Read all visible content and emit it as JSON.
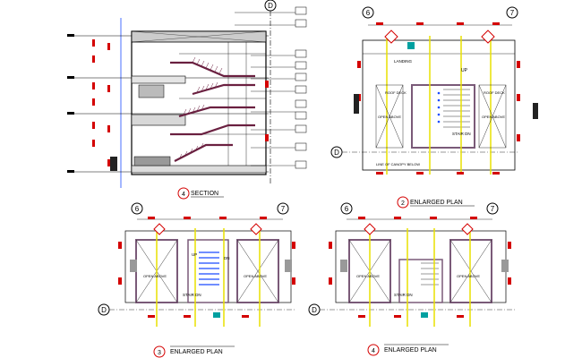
{
  "drawings": {
    "section": {
      "number": "4",
      "title": "SECTION",
      "grid_axis": "D"
    },
    "plan_top": {
      "number": "2",
      "title": "ENLARGED PLAN",
      "axis_left": "6",
      "axis_right": "7",
      "axis_row": "D",
      "labels": {
        "landing": "LANDING",
        "up": "UP",
        "roof_deck_left": "ROOF DECK",
        "roof_deck_right": "ROOF DECK",
        "open_above_left": "OPEN ABOVE",
        "open_above_right": "OPEN ABOVE",
        "stair_dn": "STAIR DN",
        "canopy": "LINE OF CANOPY BELOW"
      }
    },
    "plan_bottom_left": {
      "number": "3",
      "title": "ENLARGED PLAN",
      "axis_left": "6",
      "axis_right": "7",
      "axis_row": "D",
      "labels": {
        "up": "UP",
        "dn": "DN",
        "open_above_left": "OPEN ABOVE",
        "open_above_right": "OPEN ABOVE",
        "stair_dn": "STAIR DN"
      }
    },
    "plan_bottom_right": {
      "number": "4",
      "title": "ENLARGED PLAN",
      "axis_left": "6",
      "axis_right": "7",
      "axis_row": "D",
      "labels": {
        "open_above_left": "OPEN ABOVE",
        "open_above_right": "OPEN ABOVE",
        "stair_dn": "STAIR DN"
      }
    }
  },
  "colors": {
    "line": "#000000",
    "dim": "#d40000",
    "stair": "#6a2040",
    "wall": "#7a5a78",
    "column": "#e8e000",
    "tag": "#00a0a0",
    "accent": "#1a4bff"
  }
}
